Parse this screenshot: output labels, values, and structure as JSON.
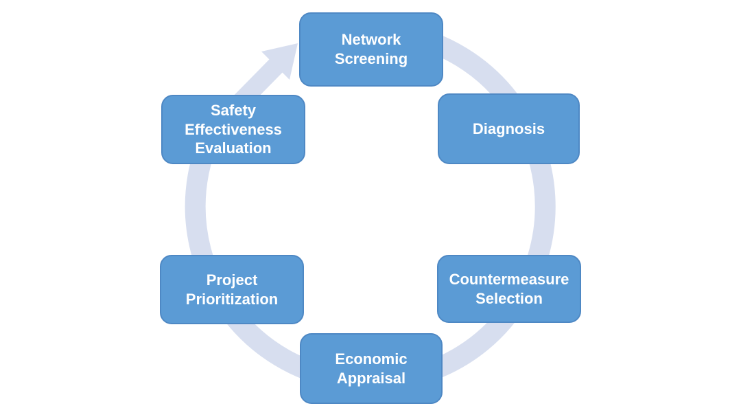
{
  "colors": {
    "background": "#FFFFFF",
    "ring": "#D7DEEF",
    "box_fill": "#5B9BD5",
    "box_border": "#4E88C4",
    "box_text": "#FFFFFF"
  },
  "cycle": {
    "direction": "clockwise",
    "steps": [
      {
        "label": "Network\nScreening"
      },
      {
        "label": "Diagnosis"
      },
      {
        "label": "Countermeasure\nSelection"
      },
      {
        "label": "Economic\nAppraisal"
      },
      {
        "label": "Project\nPrioritization"
      },
      {
        "label": "Safety\nEffectiveness\nEvaluation"
      }
    ]
  }
}
